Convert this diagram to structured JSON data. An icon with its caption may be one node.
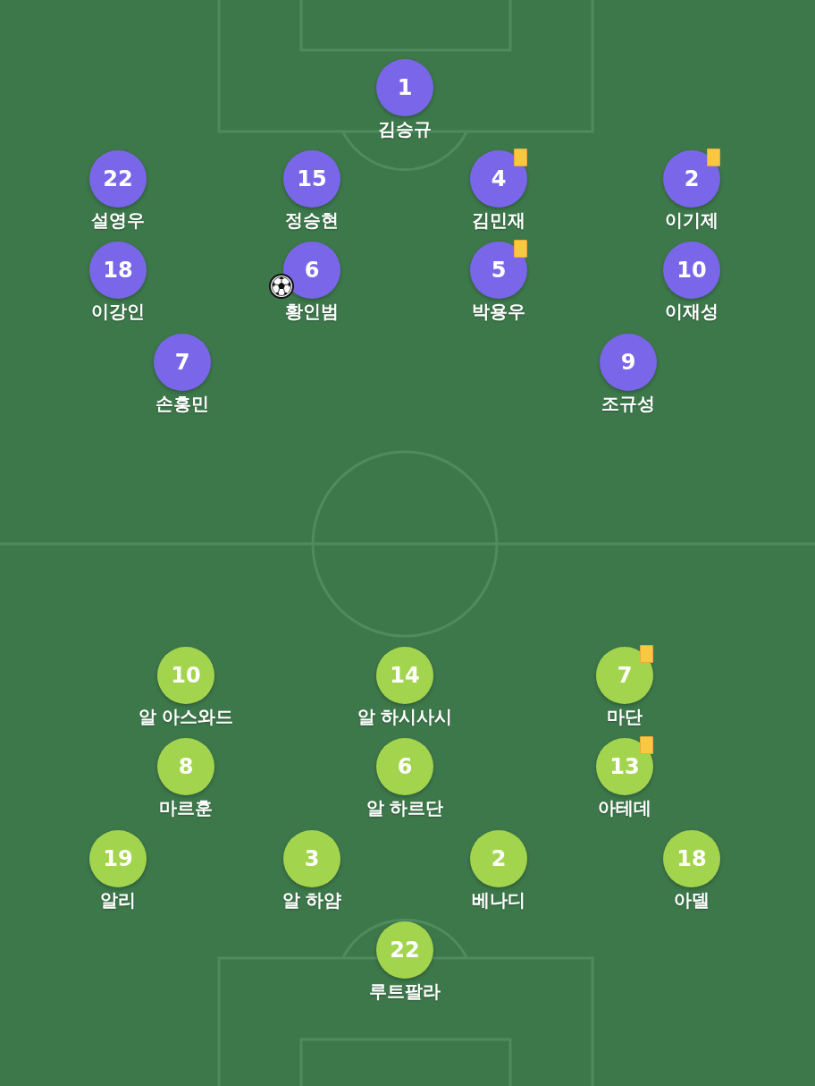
{
  "diagram": {
    "nodes": [
      {
        "text": [
          "1"
        ],
        "beside": [
          "김승규"
        ]
      },
      {
        "text": [
          "22"
        ],
        "beside": [
          "설영우"
        ]
      },
      {
        "text": [
          "15"
        ],
        "beside": [
          "정승현"
        ]
      },
      {
        "text": [
          "4"
        ],
        "beside": [
          "김민재"
        ]
      },
      {
        "text": [
          "2"
        ],
        "beside": [
          "이기제"
        ]
      },
      {
        "text": [
          "18"
        ],
        "beside": [
          "이강인"
        ]
      },
      {
        "text": [
          "6"
        ],
        "beside": [
          "황인범"
        ]
      },
      {
        "text": [
          "5"
        ],
        "beside": [
          "박용우"
        ]
      },
      {
        "text": [
          "10"
        ],
        "beside": [
          "이재성"
        ]
      },
      {
        "text": [
          "7"
        ],
        "beside": [
          "손흥민"
        ]
      },
      {
        "text": [
          "9"
        ],
        "beside": [
          "조규성"
        ]
      },
      {
        "text": [
          "10"
        ],
        "beside": [
          "알 아스와드"
        ]
      },
      {
        "text": [
          "14"
        ],
        "beside": [
          "알 하시사시"
        ]
      },
      {
        "text": [
          "7"
        ],
        "beside": [
          "마단"
        ]
      },
      {
        "text": [
          "8"
        ],
        "beside": [
          "마르훈"
        ]
      },
      {
        "text": [
          "6"
        ],
        "beside": [
          "알 하르단"
        ]
      },
      {
        "text": [
          "13"
        ],
        "beside": [
          "아테데"
        ]
      },
      {
        "text": [
          "19"
        ],
        "beside": [
          "알리"
        ]
      },
      {
        "text": [
          "3"
        ],
        "beside": [
          "알 하얌"
        ]
      },
      {
        "text": [
          "2"
        ],
        "beside": [
          "베나디"
        ]
      },
      {
        "text": [
          "18"
        ],
        "beside": [
          "아델"
        ]
      },
      {
        "text": [
          "22"
        ],
        "beside": [
          "루트팔라"
        ]
      }
    ]
  }
}
